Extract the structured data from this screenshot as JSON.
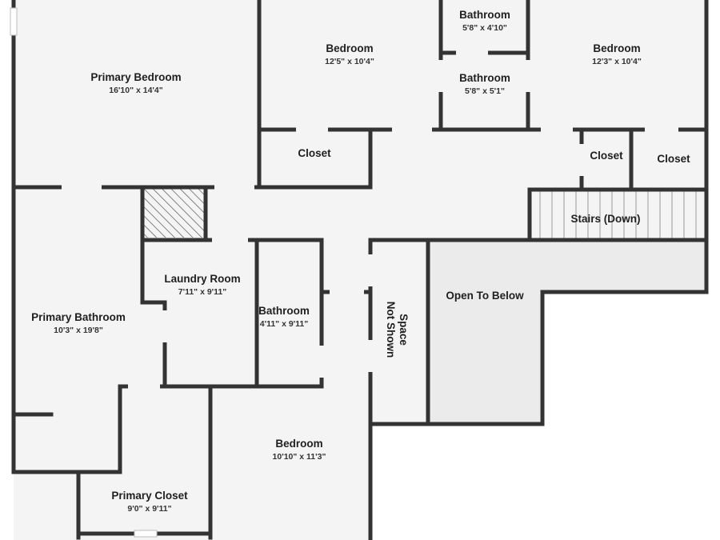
{
  "rooms": {
    "primary_bedroom": {
      "name": "Primary Bedroom",
      "dims": "16'10\" x 14'4\""
    },
    "bedroom_top_mid": {
      "name": "Bedroom",
      "dims": "12'5\" x 10'4\""
    },
    "bathroom_top": {
      "name": "Bathroom",
      "dims": "5'8\" x 4'10\""
    },
    "bathroom_mid": {
      "name": "Bathroom",
      "dims": "5'8\" x 5'1\""
    },
    "bedroom_top_right": {
      "name": "Bedroom",
      "dims": "12'3\" x 10'4\""
    },
    "closet_left": {
      "name": "Closet"
    },
    "closet_mid": {
      "name": "Closet"
    },
    "closet_right": {
      "name": "Closet"
    },
    "stairs": {
      "name": "Stairs (Down)"
    },
    "laundry_room": {
      "name": "Laundry Room",
      "dims": "7'11\" x 9'11\""
    },
    "bathroom_center": {
      "name": "Bathroom",
      "dims": "4'11\" x 9'11\""
    },
    "primary_bathroom": {
      "name": "Primary Bathroom",
      "dims": "10'3\" x 19'8\""
    },
    "space_not_shown": {
      "line1": "Space",
      "line2": "Not Shown"
    },
    "open_to_below": {
      "name": "Open To Below"
    },
    "bedroom_bottom": {
      "name": "Bedroom",
      "dims": "10'10\" x 11'3\""
    },
    "primary_closet": {
      "name": "Primary Closet",
      "dims": "9'0\" x 9'11\""
    }
  },
  "colors": {
    "wall": "#333333",
    "floor": "#f4f4f4",
    "open_to_below": "#ebebeb",
    "background": "#ffffff"
  }
}
